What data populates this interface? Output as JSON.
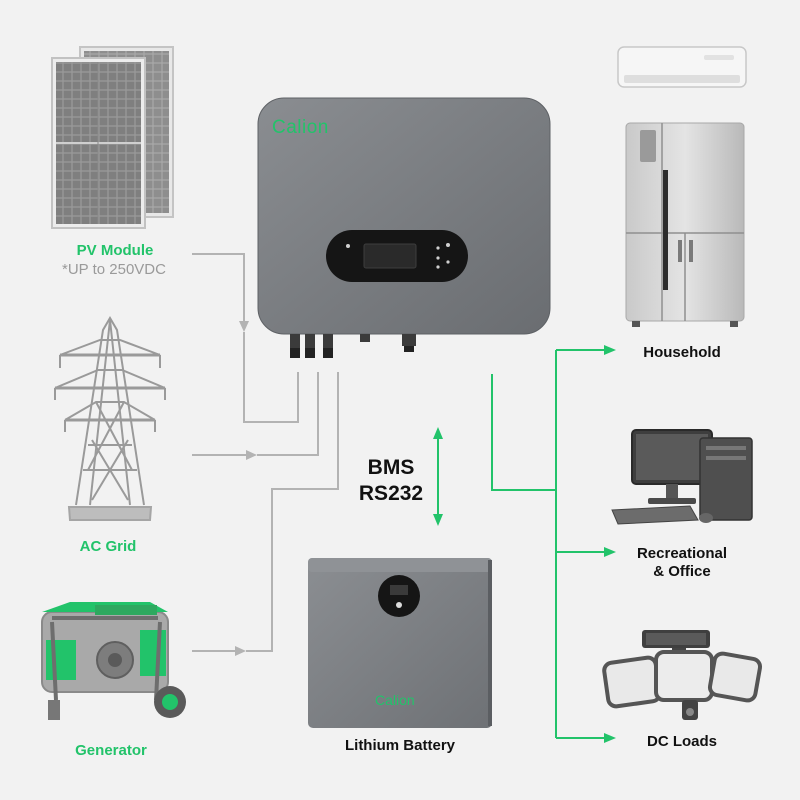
{
  "brand": "Calion",
  "colors": {
    "accent": "#22c36a",
    "line_gray": "#b3b3b3",
    "background": "#f2f2f2"
  },
  "sources": {
    "pv_module": {
      "title": "PV Module",
      "note": "*UP to 250VDC"
    },
    "ac_grid": {
      "title": "AC Grid"
    },
    "generator": {
      "title": "Generator"
    }
  },
  "battery": {
    "title": "Lithium Battery",
    "link_label_1": "BMS",
    "link_label_2": "RS232"
  },
  "loads": {
    "household": {
      "title": "Household"
    },
    "recreational": {
      "title_line1": "Recreational",
      "title_line2": "& Office"
    },
    "dc_loads": {
      "title": "DC Loads"
    }
  }
}
